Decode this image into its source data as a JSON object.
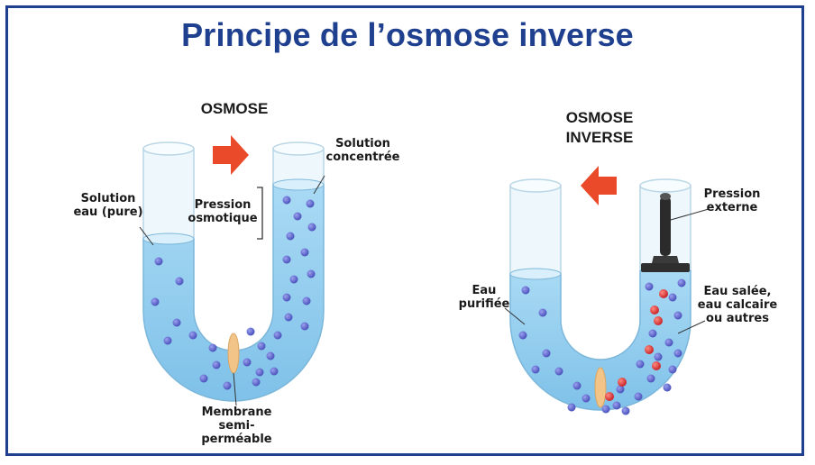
{
  "title": "Principe de l’osmose inverse",
  "osmosis": {
    "heading": "OSMOSE",
    "label_left_1": "Solution",
    "label_left_2": "eau (pure)",
    "label_right_1": "Solution",
    "label_right_2": "concentrée",
    "label_pressure_1": "Pression",
    "label_pressure_2": "osmotique",
    "label_membrane_1": "Membrane",
    "label_membrane_2": "semi-perméable"
  },
  "reverse": {
    "heading_1": "OSMOSE",
    "heading_2": "INVERSE",
    "label_left_1": "Eau",
    "label_left_2": "purifiée",
    "label_ext_1": "Pression",
    "label_ext_2": "externe",
    "label_right_1": "Eau salée,",
    "label_right_2": "eau calcaire",
    "label_right_3": "ou autres"
  },
  "colors": {
    "title": "#1f3f8f",
    "water": "#8cc9ec",
    "arrow": "#ea4a2a",
    "molecule": "#5b62c9",
    "impurity": "#d8252b",
    "membrane": "#f2c488"
  }
}
